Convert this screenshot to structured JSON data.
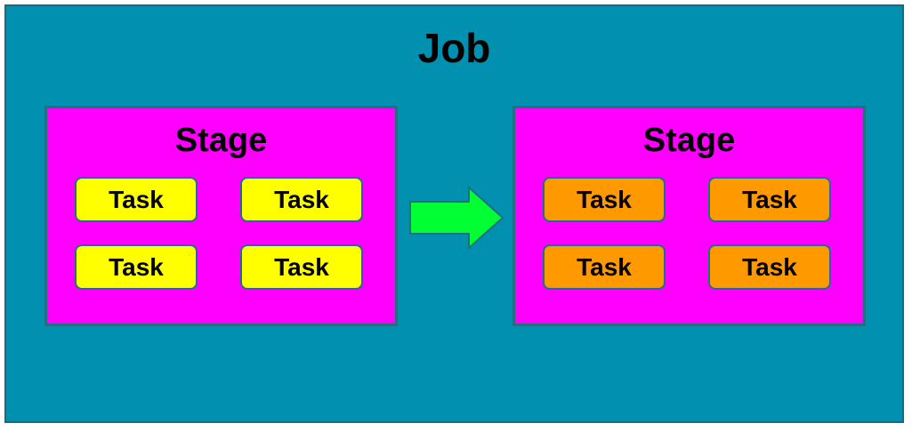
{
  "job": {
    "title": "Job",
    "color": "#0290b0"
  },
  "stages": [
    {
      "title": "Stage",
      "color": "#ff00ff",
      "task_color": "#ffff00",
      "tasks": [
        "Task",
        "Task",
        "Task",
        "Task"
      ]
    },
    {
      "title": "Stage",
      "color": "#ff00ff",
      "task_color": "#ff9900",
      "tasks": [
        "Task",
        "Task",
        "Task",
        "Task"
      ]
    }
  ],
  "arrow": {
    "icon": "right-arrow-icon",
    "color": "#00ff33"
  }
}
